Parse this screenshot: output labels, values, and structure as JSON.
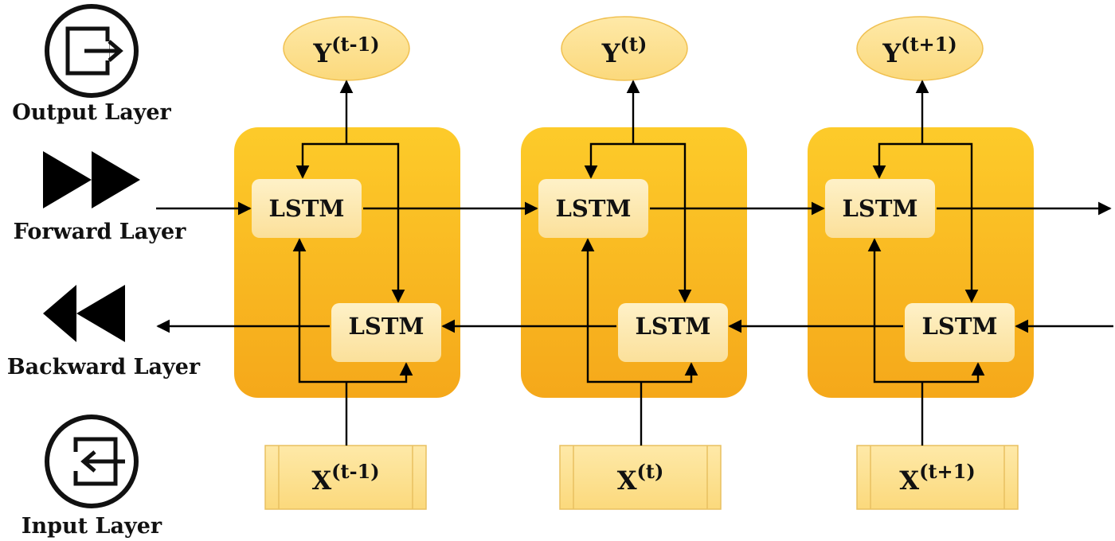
{
  "legend": {
    "output": "Output Layer",
    "forward": "Forward Layer",
    "backward": "Backward Layer",
    "input": "Input Layer"
  },
  "lstm_label": "LSTM",
  "steps": [
    {
      "output_base": "Y",
      "output_sup": "(t-1)",
      "input_base": "X",
      "input_sup": "(t-1)"
    },
    {
      "output_base": "Y",
      "output_sup": "(t)",
      "input_base": "X",
      "input_sup": "(t)"
    },
    {
      "output_base": "Y",
      "output_sup": "(t+1)",
      "input_base": "X",
      "input_sup": "(t+1)"
    }
  ],
  "colors": {
    "cell_top": "#fdcb2a",
    "cell_bottom": "#f5a81a",
    "lstm_fill": "#fdeab0",
    "output_fill": "#fde39a",
    "input_fill": "#fde39a"
  }
}
